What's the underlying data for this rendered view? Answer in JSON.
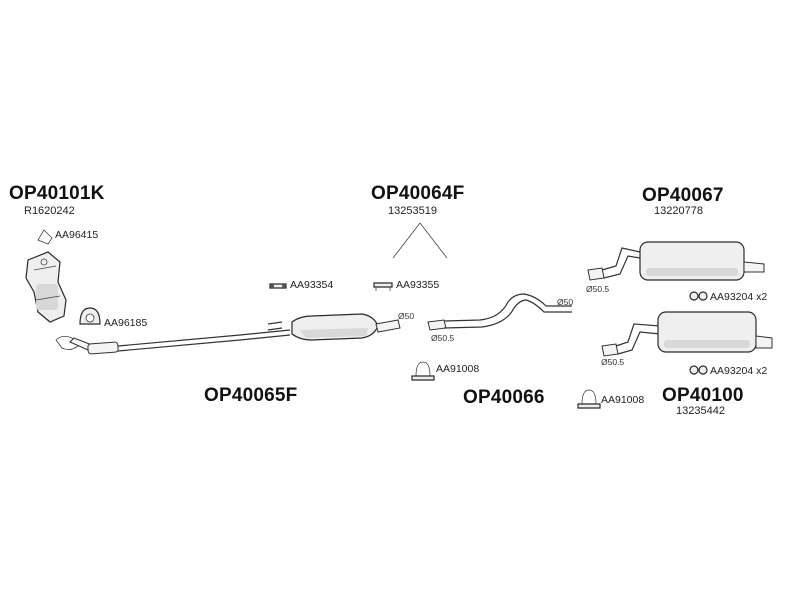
{
  "parts": {
    "cat": {
      "code": "OP40101K",
      "oem": "R1620242"
    },
    "center_top": {
      "code": "OP40064F",
      "oem": "13253519"
    },
    "rear_top": {
      "code": "OP40067",
      "oem": "13220778"
    },
    "front_pipe": {
      "code": "OP40065F"
    },
    "mid_pipe": {
      "code": "OP40066"
    },
    "rear_bottom": {
      "code": "OP40100",
      "oem": "13235442"
    }
  },
  "accessories": {
    "gasket_cat": "AA96415",
    "gasket_ring": "AA96185",
    "clamp_a": "AA93354",
    "clamp_b": "AA93355",
    "clamp_mid": "AA91008",
    "clamp_rear": "AA91008",
    "hanger_top": "AA93204 x2",
    "hanger_bottom": "AA93204 x2"
  },
  "diameters": {
    "silencer_outlet": "Ø50",
    "mid_inlet": "Ø50.5",
    "mid_outlet": "Ø50",
    "rear_top_inlet": "Ø50.5",
    "rear_bottom_inlet": "Ø50.5"
  }
}
